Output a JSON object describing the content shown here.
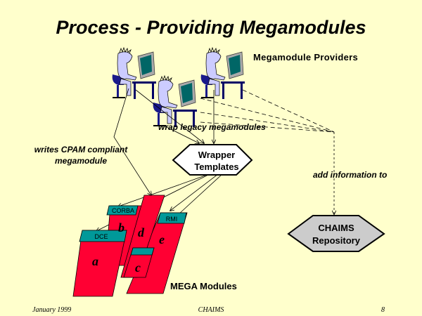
{
  "slide": {
    "title": "Process - Providing Megamodules",
    "footer": {
      "date": "January 1999",
      "center": "CHAIMS",
      "page": "8"
    }
  },
  "labels": {
    "providers": "Megamodule Providers",
    "wrap": "wrap legacy megamodules",
    "writes": "writes CPAM compliant megamodule",
    "add_info": "add information to",
    "mega_modules": "MEGA Modules"
  },
  "nodes": {
    "wrapper": {
      "line1": "Wrapper",
      "line2": "Templates",
      "fill": "#ffffff"
    },
    "repository": {
      "line1": "CHAIMS",
      "line2": "Repository",
      "fill": "#cccccc"
    }
  },
  "modules": {
    "fill": "#ff0033",
    "tag_fill": "#009999",
    "items": [
      {
        "letter": "a",
        "tag": "DCE"
      },
      {
        "letter": "b",
        "tag": "CORBA"
      },
      {
        "letter": "c",
        "tag": ""
      },
      {
        "letter": "d",
        "tag": ""
      },
      {
        "letter": "e",
        "tag": "RMI"
      }
    ]
  },
  "icons": [
    "person-at-computer-icon",
    "person-at-computer-icon",
    "person-at-computer-icon"
  ]
}
